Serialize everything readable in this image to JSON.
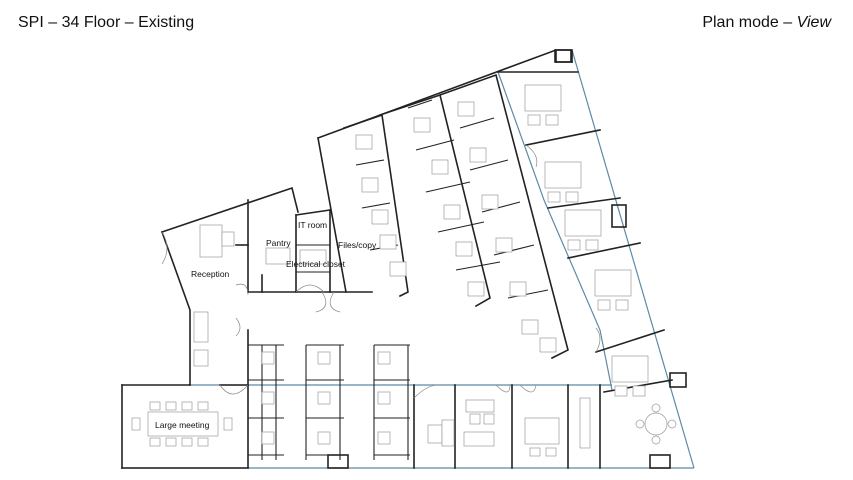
{
  "header": {
    "title": "SPI – 34 Floor – Existing",
    "mode_prefix": "Plan mode – ",
    "mode_value": "View"
  },
  "rooms": {
    "reception": "Reception",
    "pantry": "Pantry",
    "it_room": "IT room",
    "files_copy": "Files/copy",
    "electrical_closet": "Electrical closet",
    "large_meeting": "Large meeting"
  },
  "colors": {
    "wall": "#222222",
    "glazing": "#5e8aa4",
    "furniture": "#9a9a9a"
  }
}
